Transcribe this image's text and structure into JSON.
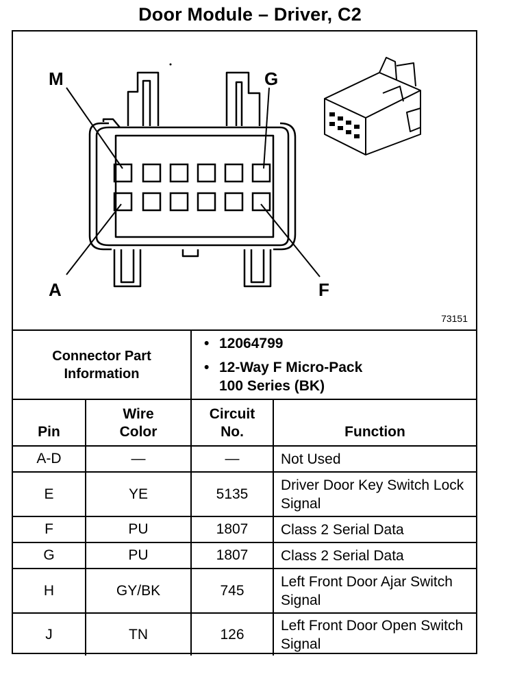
{
  "title": "Door Module – Driver, C2",
  "diagram": {
    "pin_labels": {
      "top_left": "M",
      "top_right": "G",
      "bottom_left": "A",
      "bottom_right": "F"
    },
    "figure_number": "73151"
  },
  "connector_info": {
    "label": "Connector Part Information",
    "part_number": "12064799",
    "description_line1": "12-Way F Micro-Pack",
    "description_line2": "100 Series (BK)"
  },
  "table": {
    "headers": {
      "pin": "Pin",
      "wire_color": "Wire Color",
      "circuit": "Circuit No.",
      "function": "Function"
    },
    "rows": [
      {
        "pin": "A-D",
        "wire_color": "—",
        "circuit": "—",
        "function": "Not Used"
      },
      {
        "pin": "E",
        "wire_color": "YE",
        "circuit": "5135",
        "function": "Driver Door Key Switch Lock Signal"
      },
      {
        "pin": "F",
        "wire_color": "PU",
        "circuit": "1807",
        "function": "Class 2 Serial Data"
      },
      {
        "pin": "G",
        "wire_color": "PU",
        "circuit": "1807",
        "function": "Class 2 Serial Data"
      },
      {
        "pin": "H",
        "wire_color": "GY/BK",
        "circuit": "745",
        "function": "Left Front Door Ajar Switch Signal"
      },
      {
        "pin": "J",
        "wire_color": "TN",
        "circuit": "126",
        "function": "Left Front Door Open Switch Signal"
      }
    ]
  }
}
